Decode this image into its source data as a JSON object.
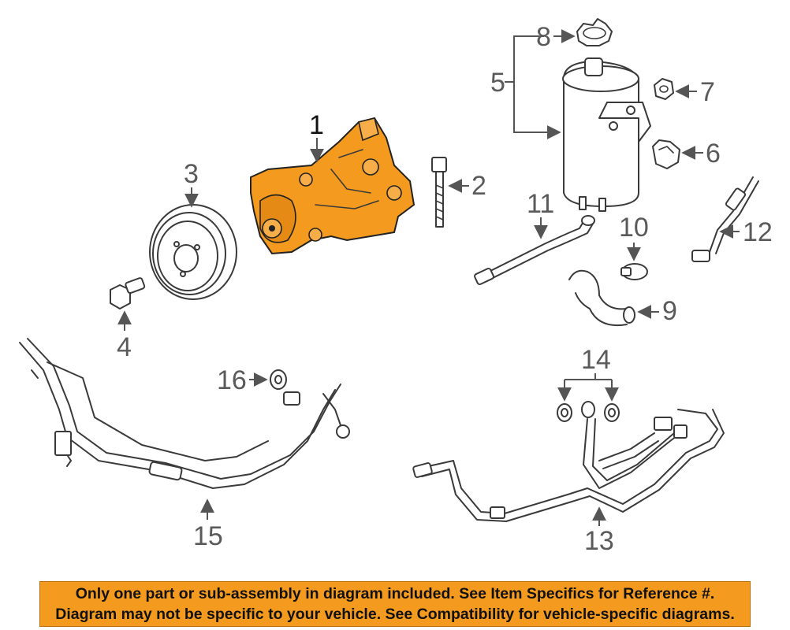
{
  "diagram": {
    "callouts": [
      {
        "id": "1",
        "label": "1"
      },
      {
        "id": "2",
        "label": "2"
      },
      {
        "id": "3",
        "label": "3"
      },
      {
        "id": "4",
        "label": "4"
      },
      {
        "id": "5",
        "label": "5"
      },
      {
        "id": "6",
        "label": "6"
      },
      {
        "id": "7",
        "label": "7"
      },
      {
        "id": "8",
        "label": "8"
      },
      {
        "id": "9",
        "label": "9"
      },
      {
        "id": "10",
        "label": "10"
      },
      {
        "id": "11",
        "label": "11"
      },
      {
        "id": "12",
        "label": "12"
      },
      {
        "id": "13",
        "label": "13"
      },
      {
        "id": "14",
        "label": "14"
      },
      {
        "id": "15",
        "label": "15"
      },
      {
        "id": "16",
        "label": "16"
      }
    ],
    "highlight_color": "#f39a1f"
  },
  "banner": {
    "line1": "Only one part or sub-assembly in diagram included. See Item Specifics for Reference #.",
    "line2": "Diagram may not be specific to your vehicle. See Compatibility for vehicle-specific diagrams.",
    "background_color": "#f39a1f"
  }
}
